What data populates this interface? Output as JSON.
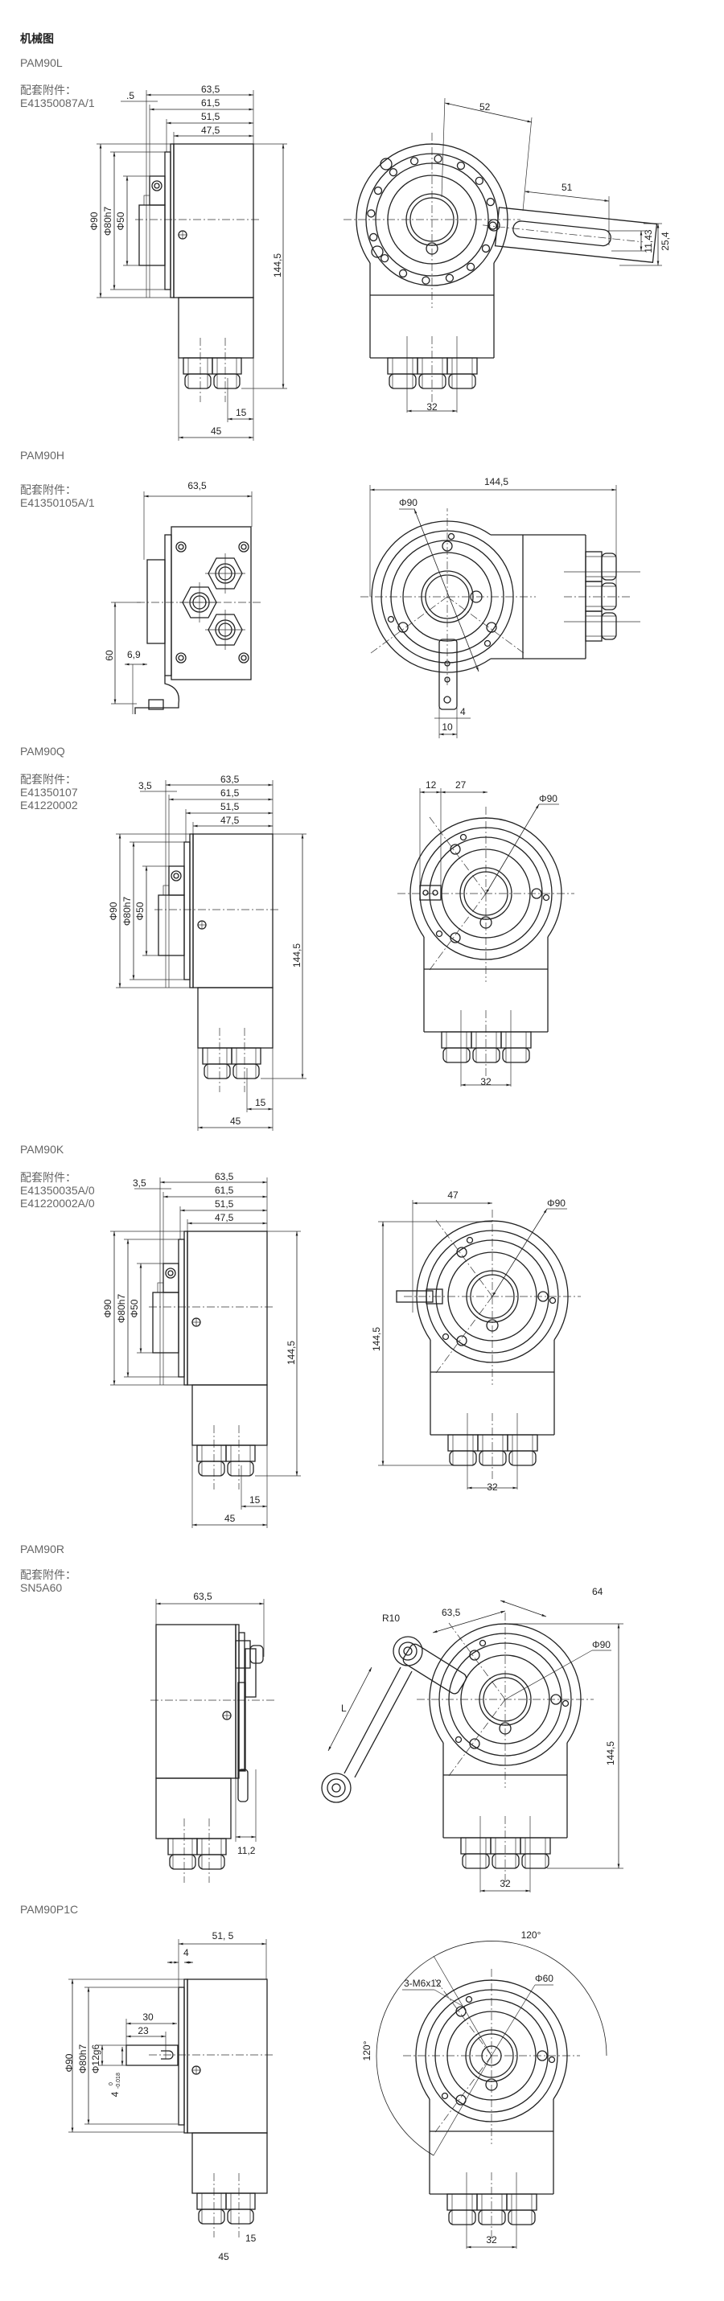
{
  "page_title": "机械图",
  "accessory_label": "配套附件：",
  "sections": [
    {
      "model": "PAM90L",
      "accessories": [
        "E41350087A/1"
      ],
      "side": {
        "d1": "63,5",
        "d2": "61,5",
        "d3": "51,5",
        "d4": "47,5",
        "gap": ".5",
        "phi90": "Φ90",
        "phi80": "Φ80h7",
        "phi50": "Φ50",
        "h": "144,5",
        "d15": "15",
        "d45": "45"
      },
      "front": {
        "d52": "52",
        "d51": "51",
        "d1143": "11,43",
        "d254": "25,4",
        "d32": "32"
      }
    },
    {
      "model": "PAM90H",
      "accessories": [
        "E41350105A/1"
      ],
      "side": {
        "d1": "63,5",
        "d60": "60",
        "d69": "6,9"
      },
      "front": {
        "h": "144,5",
        "phi90": "Φ90",
        "d4": "4",
        "d10": "10"
      }
    },
    {
      "model": "PAM90Q",
      "accessories": [
        "E41350107",
        "E41220002"
      ],
      "side": {
        "d1": "63,5",
        "d2": "61,5",
        "d3": "51,5",
        "d4": "47,5",
        "gap": "3,5",
        "phi90": "Φ90",
        "phi80": "Φ80h7",
        "phi50": "Φ50",
        "h": "144,5",
        "d15": "15",
        "d45": "45"
      },
      "front": {
        "d12": "12",
        "d27": "27",
        "phi90": "Φ90",
        "d32": "32"
      }
    },
    {
      "model": "PAM90K",
      "accessories": [
        "E41350035A/0",
        "E41220002A/0"
      ],
      "side": {
        "d1": "63,5",
        "d2": "61,5",
        "d3": "51,5",
        "d4": "47,5",
        "gap": "3,5",
        "phi90": "Φ90",
        "phi80": "Φ80h7",
        "phi50": "Φ50",
        "h": "144,5",
        "d15": "15",
        "d45": "45"
      },
      "front": {
        "d47": "47",
        "phi90": "Φ90",
        "h": "144,5",
        "d32": "32"
      }
    },
    {
      "model": "PAM90R",
      "accessories": [
        "SN5A60"
      ],
      "side": {
        "d1": "63,5",
        "d112": "11,2"
      },
      "front": {
        "d64": "64",
        "d635": "63,5",
        "r10": "R10",
        "phi90": "Φ90",
        "L": "L",
        "h": "144,5",
        "d32": "32"
      }
    },
    {
      "model": "PAM90P1C",
      "accessories": [],
      "side": {
        "d515": "51, 5",
        "d4": "4",
        "d30": "30",
        "d23": "23",
        "phi90": "Φ90",
        "phi80": "Φ80h7",
        "phi12": "Φ12g6",
        "tol": "4",
        "tol_upper": "0",
        "tol_lower": "-0.018",
        "d15": "15",
        "d45": "45"
      },
      "front": {
        "a1": "120°",
        "a2": "120°",
        "m6": "3-M6x12",
        "phi60": "Φ60",
        "d32": "32"
      }
    }
  ]
}
